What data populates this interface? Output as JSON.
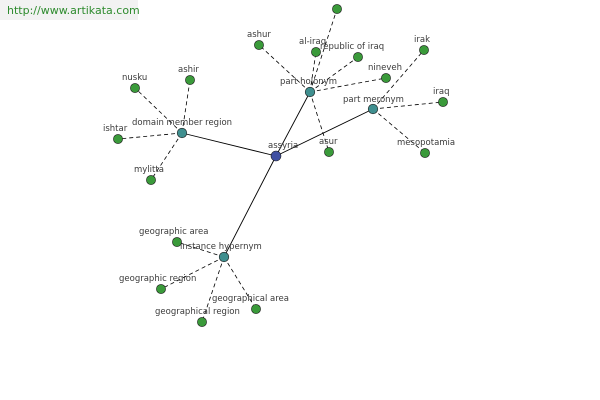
{
  "site": {
    "url": "http://www.artikata.com"
  },
  "colors": {
    "center_node": "#3f4fa2",
    "hub_node": "#3f8f8f",
    "leaf_node": "#3a9a3a",
    "edge": "#000000",
    "label": "#3a3a3a",
    "url_text": "#2e8b2e"
  },
  "graph": {
    "center": {
      "id": "assyria",
      "label": "assyria"
    },
    "hubs": [
      {
        "id": "part_holonym",
        "label": "part holonym"
      },
      {
        "id": "part_meronym",
        "label": "part meronym"
      },
      {
        "id": "domain_member_region",
        "label": "domain member region"
      },
      {
        "id": "instance_hypernym",
        "label": "instance hypernym"
      }
    ],
    "leaves": [
      {
        "id": "l_top",
        "hub": "part_holonym",
        "label": ""
      },
      {
        "id": "l_ashur",
        "hub": "part_holonym",
        "label": "ashur"
      },
      {
        "id": "l_al_iraq",
        "hub": "part_holonym",
        "label": "al-iraq"
      },
      {
        "id": "l_republic_of_iraq",
        "hub": "part_holonym",
        "label": "republic of iraq"
      },
      {
        "id": "l_nineveh",
        "hub": "part_holonym",
        "label": "nineveh"
      },
      {
        "id": "l_asur",
        "hub": "part_holonym",
        "label": "asur"
      },
      {
        "id": "l_irak",
        "hub": "part_meronym",
        "label": "irak"
      },
      {
        "id": "l_iraq",
        "hub": "part_meronym",
        "label": "iraq"
      },
      {
        "id": "l_mesopotamia",
        "hub": "part_meronym",
        "label": "mesopotamia"
      },
      {
        "id": "l_nusku",
        "hub": "domain_member_region",
        "label": "nusku"
      },
      {
        "id": "l_ashir",
        "hub": "domain_member_region",
        "label": "ashir"
      },
      {
        "id": "l_ishtar",
        "hub": "domain_member_region",
        "label": "ishtar"
      },
      {
        "id": "l_mylitta",
        "hub": "domain_member_region",
        "label": "mylitta"
      },
      {
        "id": "l_geographic_area",
        "hub": "instance_hypernym",
        "label": "geographic area"
      },
      {
        "id": "l_geographic_region",
        "hub": "instance_hypernym",
        "label": "geographic region"
      },
      {
        "id": "l_geographical_region",
        "hub": "instance_hypernym",
        "label": "geographical region"
      },
      {
        "id": "l_geographical_area",
        "hub": "instance_hypernym",
        "label": "geographical area"
      }
    ]
  }
}
